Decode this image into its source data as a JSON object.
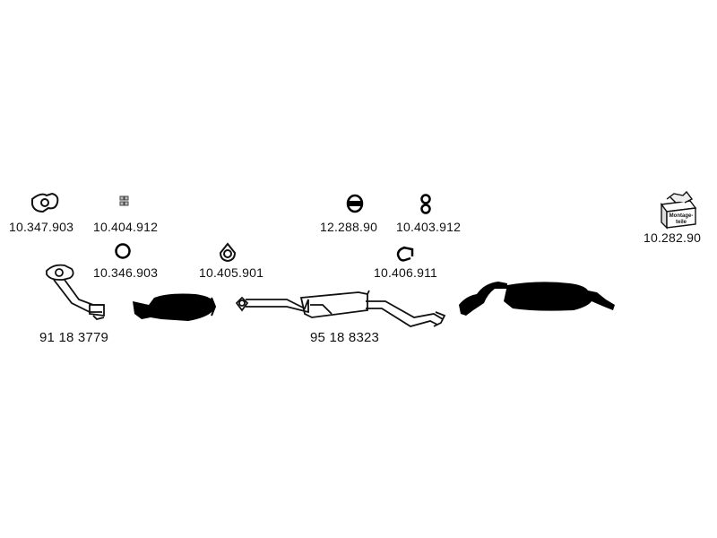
{
  "parts": {
    "gasket_flange": "10.347.903",
    "bolts_small": "10.404.912",
    "ring_gasket": "10.346.903",
    "triangle_gasket": "10.405.901",
    "rubber_hanger_round": "12.288.90",
    "rubber_hanger_figure8": "10.403.912",
    "clamp": "10.406.911",
    "montage_kit": "10.282.90",
    "front_pipe": "91 18 3779",
    "middle_silencer": "95 18 8323"
  },
  "montage_box_text": [
    "Montage-",
    "teile"
  ],
  "colors": {
    "ink": "#000000",
    "line": "#111111",
    "background": "#ffffff"
  }
}
